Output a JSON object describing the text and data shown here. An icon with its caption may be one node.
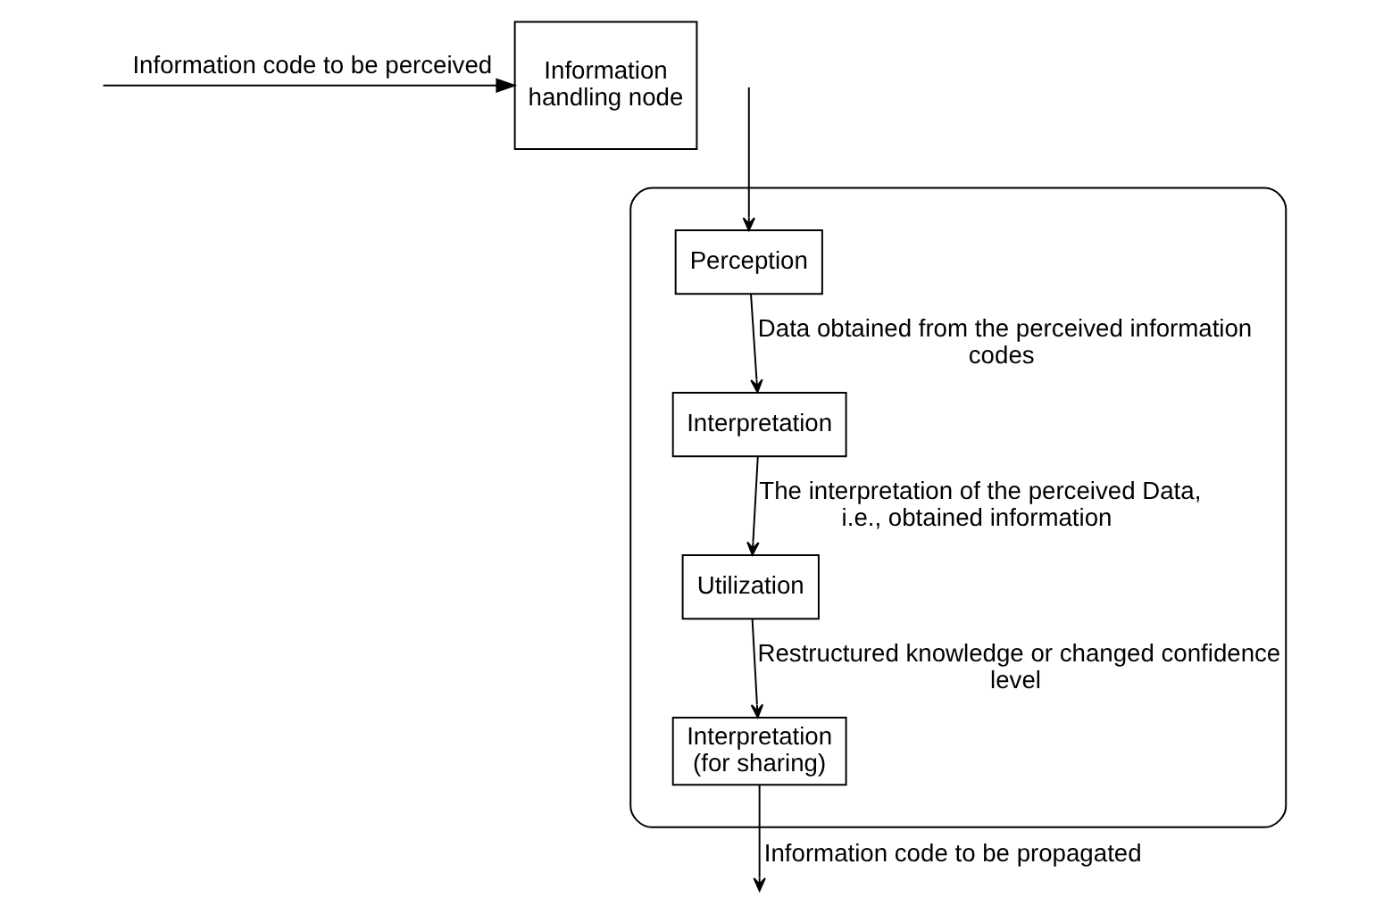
{
  "diagram": {
    "nodes": [
      {
        "text": [
          "Information handling node"
        ]
      },
      {
        "text": [],
        "shape": "cloud"
      },
      {
        "text": [
          "Perception"
        ],
        "in": 1
      },
      {
        "text": [
          "Interpretation"
        ],
        "in": 1
      },
      {
        "text": [
          "Utilization"
        ],
        "in": 1
      },
      {
        "text": [
          "Interpretation (for sharing)"
        ],
        "in": 1
      }
    ],
    "edges": [
      {
        "from": null,
        "to": 0,
        "arrow": "to",
        "label": "Information code to be perceived"
      },
      {
        "from": null,
        "to": 2,
        "arrow": "to"
      },
      {
        "from": 2,
        "to": 3,
        "arrow": "to",
        "label": "Data obtained from the perceived information codes"
      },
      {
        "from": 3,
        "to": 4,
        "arrow": "to",
        "label": "The interpretation of the perceived Data, i.e., obtained information"
      },
      {
        "from": 4,
        "to": 5,
        "arrow": "to",
        "label": "Restructured knowledge or changed confidence level"
      },
      {
        "from": 5,
        "to": null,
        "arrow": "to",
        "label": "Information code to be propagated"
      }
    ]
  }
}
